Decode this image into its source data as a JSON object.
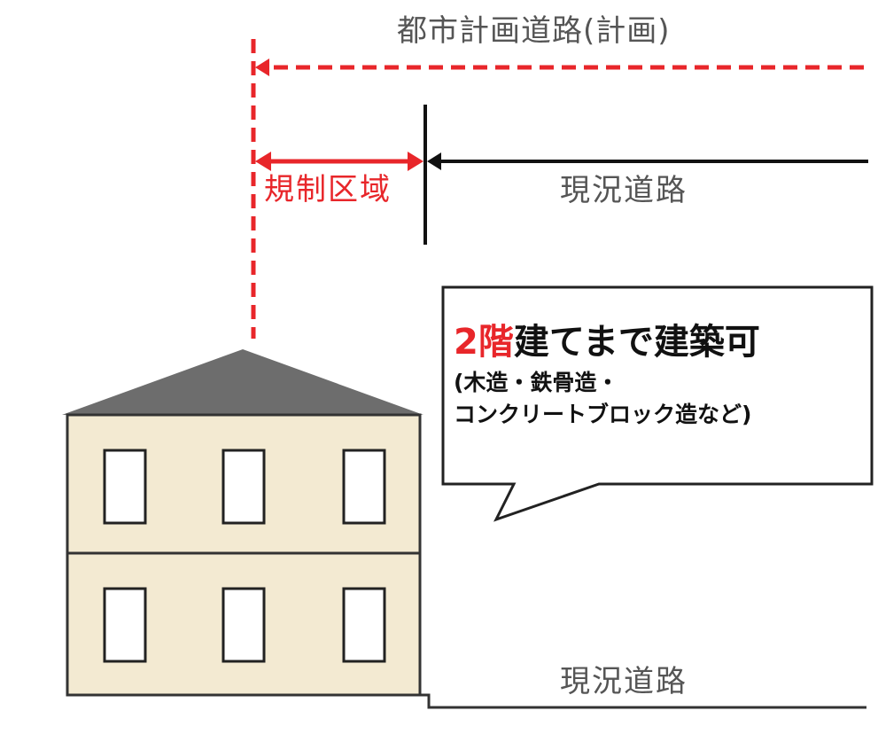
{
  "labels": {
    "planned_road": "都市計画道路(計画)",
    "regulated_zone": "規制区域",
    "current_road_upper": "現況道路",
    "current_road_lower": "現況道路"
  },
  "callout": {
    "floors": "2階",
    "headline_rest": "建てまで建築可",
    "detail_line1": "(木造・鉄骨造・",
    "detail_line2": "コンクリートブロック造など)"
  },
  "colors": {
    "accent": "#e8262a",
    "text_gray": "#555555",
    "line_black": "#111111",
    "roof": "#6d6d6d",
    "wall": "#f3ead2",
    "window": "#ffffff"
  }
}
